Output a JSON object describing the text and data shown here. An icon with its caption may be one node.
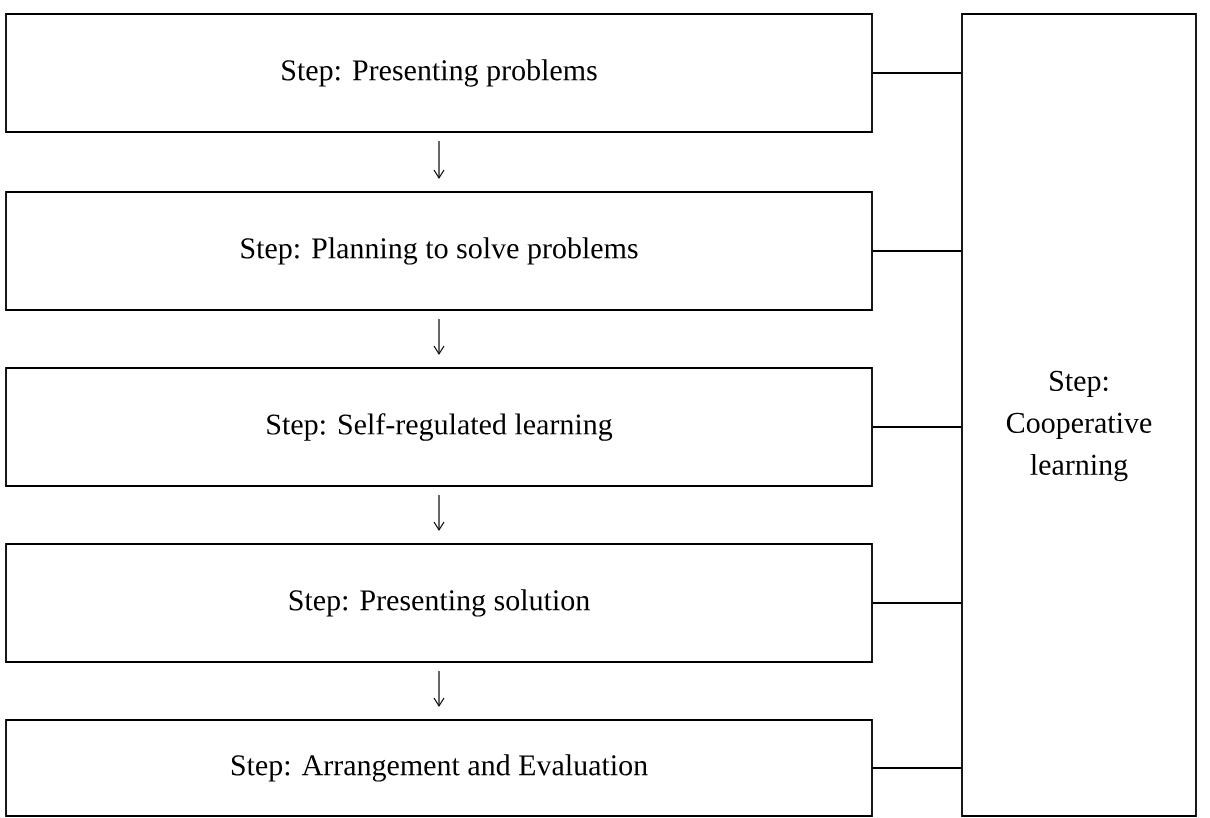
{
  "diagram": {
    "nodes": [
      {
        "text": [
          "Step: Presenting problems"
        ]
      },
      {
        "text": [
          "Step: Planning to solve problems"
        ]
      },
      {
        "text": [
          "Step: Self-regulated learning"
        ]
      },
      {
        "text": [
          "Step: Presenting solution"
        ]
      },
      {
        "text": [
          "Step: Arrangement and Evaluation"
        ]
      },
      {
        "text": [
          "Step: Cooperative learning"
        ]
      }
    ],
    "edges": [
      {
        "from": 0,
        "to": 1,
        "arrow": "to"
      },
      {
        "from": 1,
        "to": 2,
        "arrow": "to"
      },
      {
        "from": 2,
        "to": 3,
        "arrow": "to"
      },
      {
        "from": 3,
        "to": 4,
        "arrow": "to"
      },
      {
        "from": 0,
        "to": 5,
        "arrow": "none"
      },
      {
        "from": 1,
        "to": 5,
        "arrow": "none"
      },
      {
        "from": 2,
        "to": 5,
        "arrow": "none"
      },
      {
        "from": 3,
        "to": 5,
        "arrow": "none"
      },
      {
        "from": 4,
        "to": 5,
        "arrow": "none"
      }
    ]
  }
}
